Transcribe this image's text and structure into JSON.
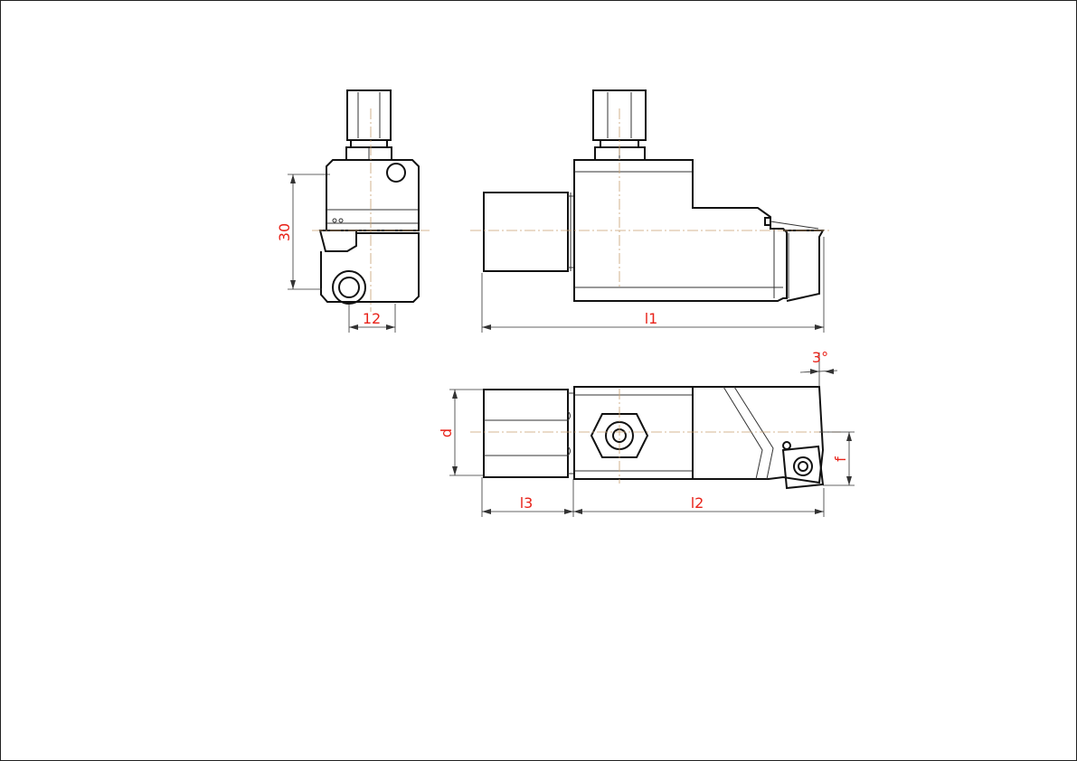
{
  "colors": {
    "line": "#111111",
    "dimension_text": "#e8231a",
    "center_line": "#c8a070"
  },
  "dimensions": {
    "height_30": "30",
    "width_12": "12",
    "length_l1": "l1",
    "angle_3deg": "3°",
    "diameter_d": "d",
    "offset_f": "f",
    "length_l3": "l3",
    "length_l2": "l2"
  }
}
